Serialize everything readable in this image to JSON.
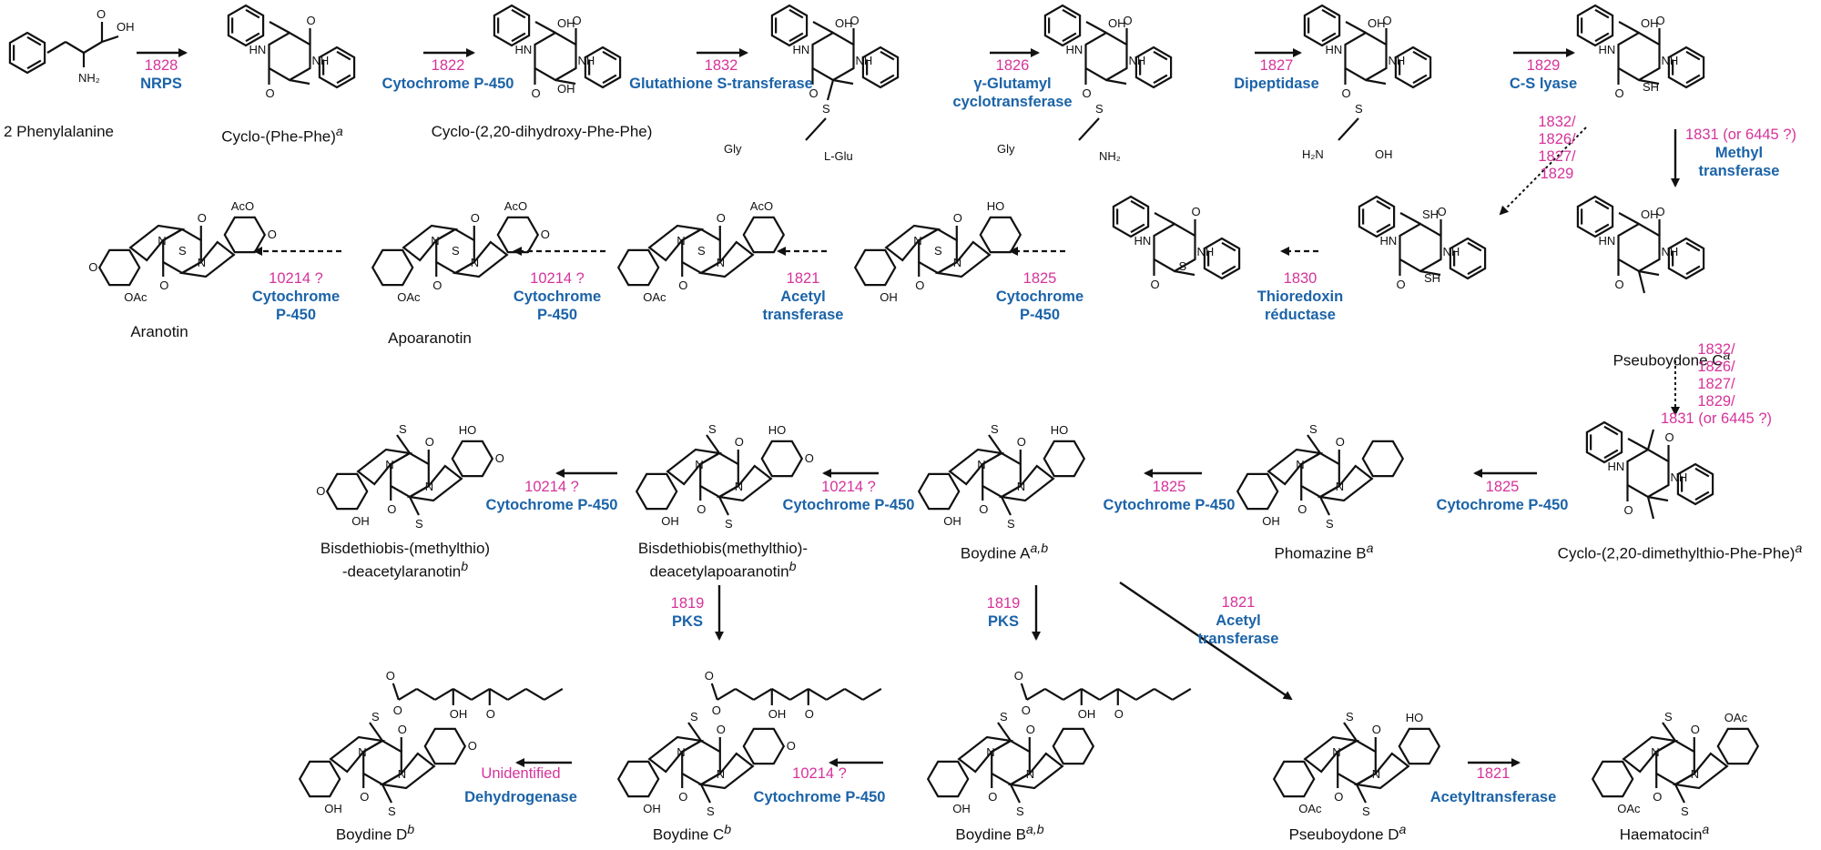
{
  "compounds": {
    "phe": "2 Phenylalanine",
    "cyclo_phephe": "Cyclo-(Phe-Phe)",
    "cyclo_dihydroxy": "Cyclo-(2,20-dihydroxy-Phe-Phe)",
    "pseuboydone_c": "Pseuboydone C",
    "cyclo_dimethylthio": "Cyclo-(2,20-dimethylthio-Phe-Phe)",
    "phomazine_b": "Phomazine B",
    "boydine_a": "Boydine A",
    "bis_apo_1": "Bisdethiobis(methylthio)-",
    "bis_apo_2": "deacetylapoaranotin",
    "bis_ara_1": "Bisdethiobis-(methylthio)",
    "bis_ara_2": "-deacetylaranotin",
    "aranotin": "Aranotin",
    "apoaranotin": "Apoaranotin",
    "boydine_d": "Boydine D",
    "boydine_c": "Boydine C",
    "boydine_b": "Boydine B",
    "pseuboydone_d": "Pseuboydone D",
    "haematocin": "Haematocin"
  },
  "superscripts": {
    "a": "a",
    "b": "b",
    "ab": "a,b"
  },
  "steps": {
    "s1828": {
      "num": "1828",
      "enzyme": "NRPS"
    },
    "s1822": {
      "num": "1822",
      "enzyme": "Cytochrome P-450"
    },
    "s1832": {
      "num": "1832",
      "enzyme": "Glutathione S-transferase"
    },
    "s1826": {
      "num": "1826",
      "enzyme_1": "γ-Glutamyl",
      "enzyme_2": "cyclotransferase"
    },
    "s1827": {
      "num": "1827",
      "enzyme": "Dipeptidase"
    },
    "s1829": {
      "num": "1829",
      "enzyme": "C-S lyase"
    },
    "s1831": {
      "num": "1831 (or 6445 ?)",
      "enzyme_1": "Methyl",
      "enzyme_2": "transferase"
    },
    "s_diag": {
      "l1": "1832/",
      "l2": "1826/",
      "l3": "1827/",
      "l4": "1829"
    },
    "s_multi": {
      "l1": "1832/",
      "l2": "1826/",
      "l3": "1827/",
      "l4": "1829/",
      "l5": "1831 (or 6445 ?)"
    },
    "s1830": {
      "num": "1830",
      "enzyme_1": "Thioredoxin",
      "enzyme_2": "réductase"
    },
    "s1825_top": {
      "num": "1825",
      "enzyme_1": "Cytochrome",
      "enzyme_2": "P-450"
    },
    "s1821_top": {
      "num": "1821",
      "enzyme_1": "Acetyl",
      "enzyme_2": "transferase"
    },
    "s10214_top1": {
      "num": "10214 ?",
      "enzyme_1": "Cytochrome",
      "enzyme_2": "P-450"
    },
    "s10214_top2": {
      "num": "10214 ?",
      "enzyme_1": "Cytochrome",
      "enzyme_2": "P-450"
    },
    "s1825_mid1": {
      "num": "1825",
      "enzyme": "Cytochrome P-450"
    },
    "s1825_mid2": {
      "num": "1825",
      "enzyme": "Cytochrome P-450"
    },
    "s10214_mid1": {
      "num": "10214 ?",
      "enzyme": "Cytochrome P-450"
    },
    "s10214_mid2": {
      "num": "10214 ?",
      "enzyme": "Cytochrome P-450"
    },
    "s1819_1": {
      "num": "1819",
      "enzyme": "PKS"
    },
    "s1819_2": {
      "num": "1819",
      "enzyme": "PKS"
    },
    "s1821_diag": {
      "num": "1821",
      "enzyme_1": "Acetyl",
      "enzyme_2": "transferase"
    },
    "s1821_bot": {
      "num": "1821",
      "enzyme": "Acetyltransferase"
    },
    "s10214_bot": {
      "num": "10214 ?",
      "enzyme": "Cytochrome P-450"
    },
    "s_unid": {
      "num": "Unidentified",
      "enzyme": "Dehydrogenase"
    }
  },
  "atoms": {
    "oh": "OH",
    "nh2": "NH₂",
    "nh": "NH",
    "hn": "HN",
    "n": "N",
    "o": "O",
    "s": "S",
    "sh": "SH",
    "h": "H",
    "oac": "OAc",
    "aco": "AcO",
    "ho": "HO",
    "gly": "Gly",
    "lglu": "L-Glu",
    "h2n": "H₂N"
  }
}
